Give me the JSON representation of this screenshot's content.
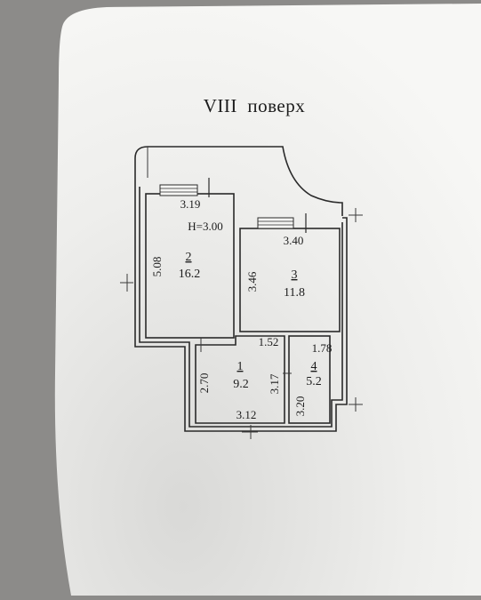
{
  "title": "VIII  поверх",
  "rooms": [
    {
      "id": "2",
      "number": "2",
      "area": "16.2",
      "width": "3.19",
      "length": "5.08",
      "height": "H=3.00"
    },
    {
      "id": "3",
      "number": "3",
      "area": "11.8",
      "width": "3.40",
      "length": "3.46"
    },
    {
      "id": "1",
      "number": "1",
      "area": "9.2",
      "width": "3.12",
      "length": "2.70",
      "extra": "1.52",
      "side": "3.17"
    },
    {
      "id": "4",
      "number": "4",
      "area": "5.2",
      "width": "1.78",
      "length": "3.20"
    }
  ],
  "colors": {
    "paper": "#f6f6f4",
    "ink": "#222222",
    "background": "#8c8b89"
  }
}
